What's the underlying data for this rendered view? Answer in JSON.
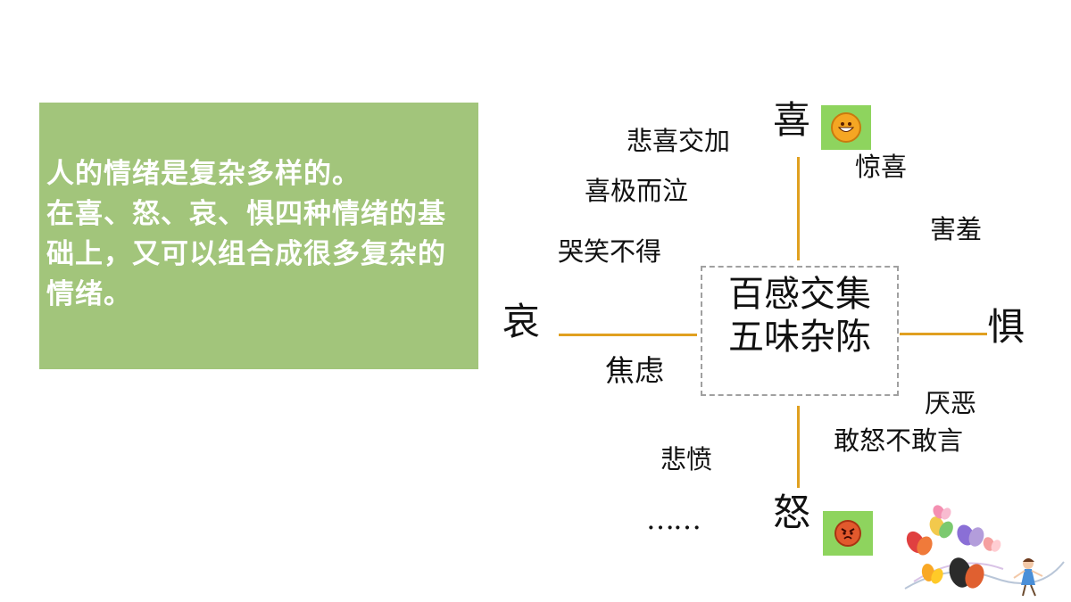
{
  "note": {
    "text": "人的情绪是复杂多样的。\n 在喜、怒、哀、惧四种情绪的基础上，又可以组合成很多复杂的情绪。"
  },
  "center": {
    "line1": "百感交集",
    "line2": "五味杂陈"
  },
  "primary_emotions": {
    "top": "喜",
    "left": "哀",
    "right": "惧",
    "bottom": "怒"
  },
  "terms": {
    "beixi_jiaojia": "悲喜交加",
    "jingxi": "惊喜",
    "xiji_erqi": "喜极而泣",
    "haixiu": "害羞",
    "kuxiao_bude": "哭笑不得",
    "jiaolv": "焦虑",
    "yanwu": "厌恶",
    "gannu_bugan": "敢怒不敢言",
    "beifen": "悲愤",
    "ellipsis": "……"
  },
  "icons": {
    "happy": "grinning-face-icon",
    "angry": "angry-face-icon",
    "decoration": "butterflies-girl-illustration"
  },
  "colors": {
    "note_background": "#a2c57b",
    "connector": "#e0a020",
    "emoji_background": "#8ed45e",
    "center_border": "#a0a0a0"
  }
}
